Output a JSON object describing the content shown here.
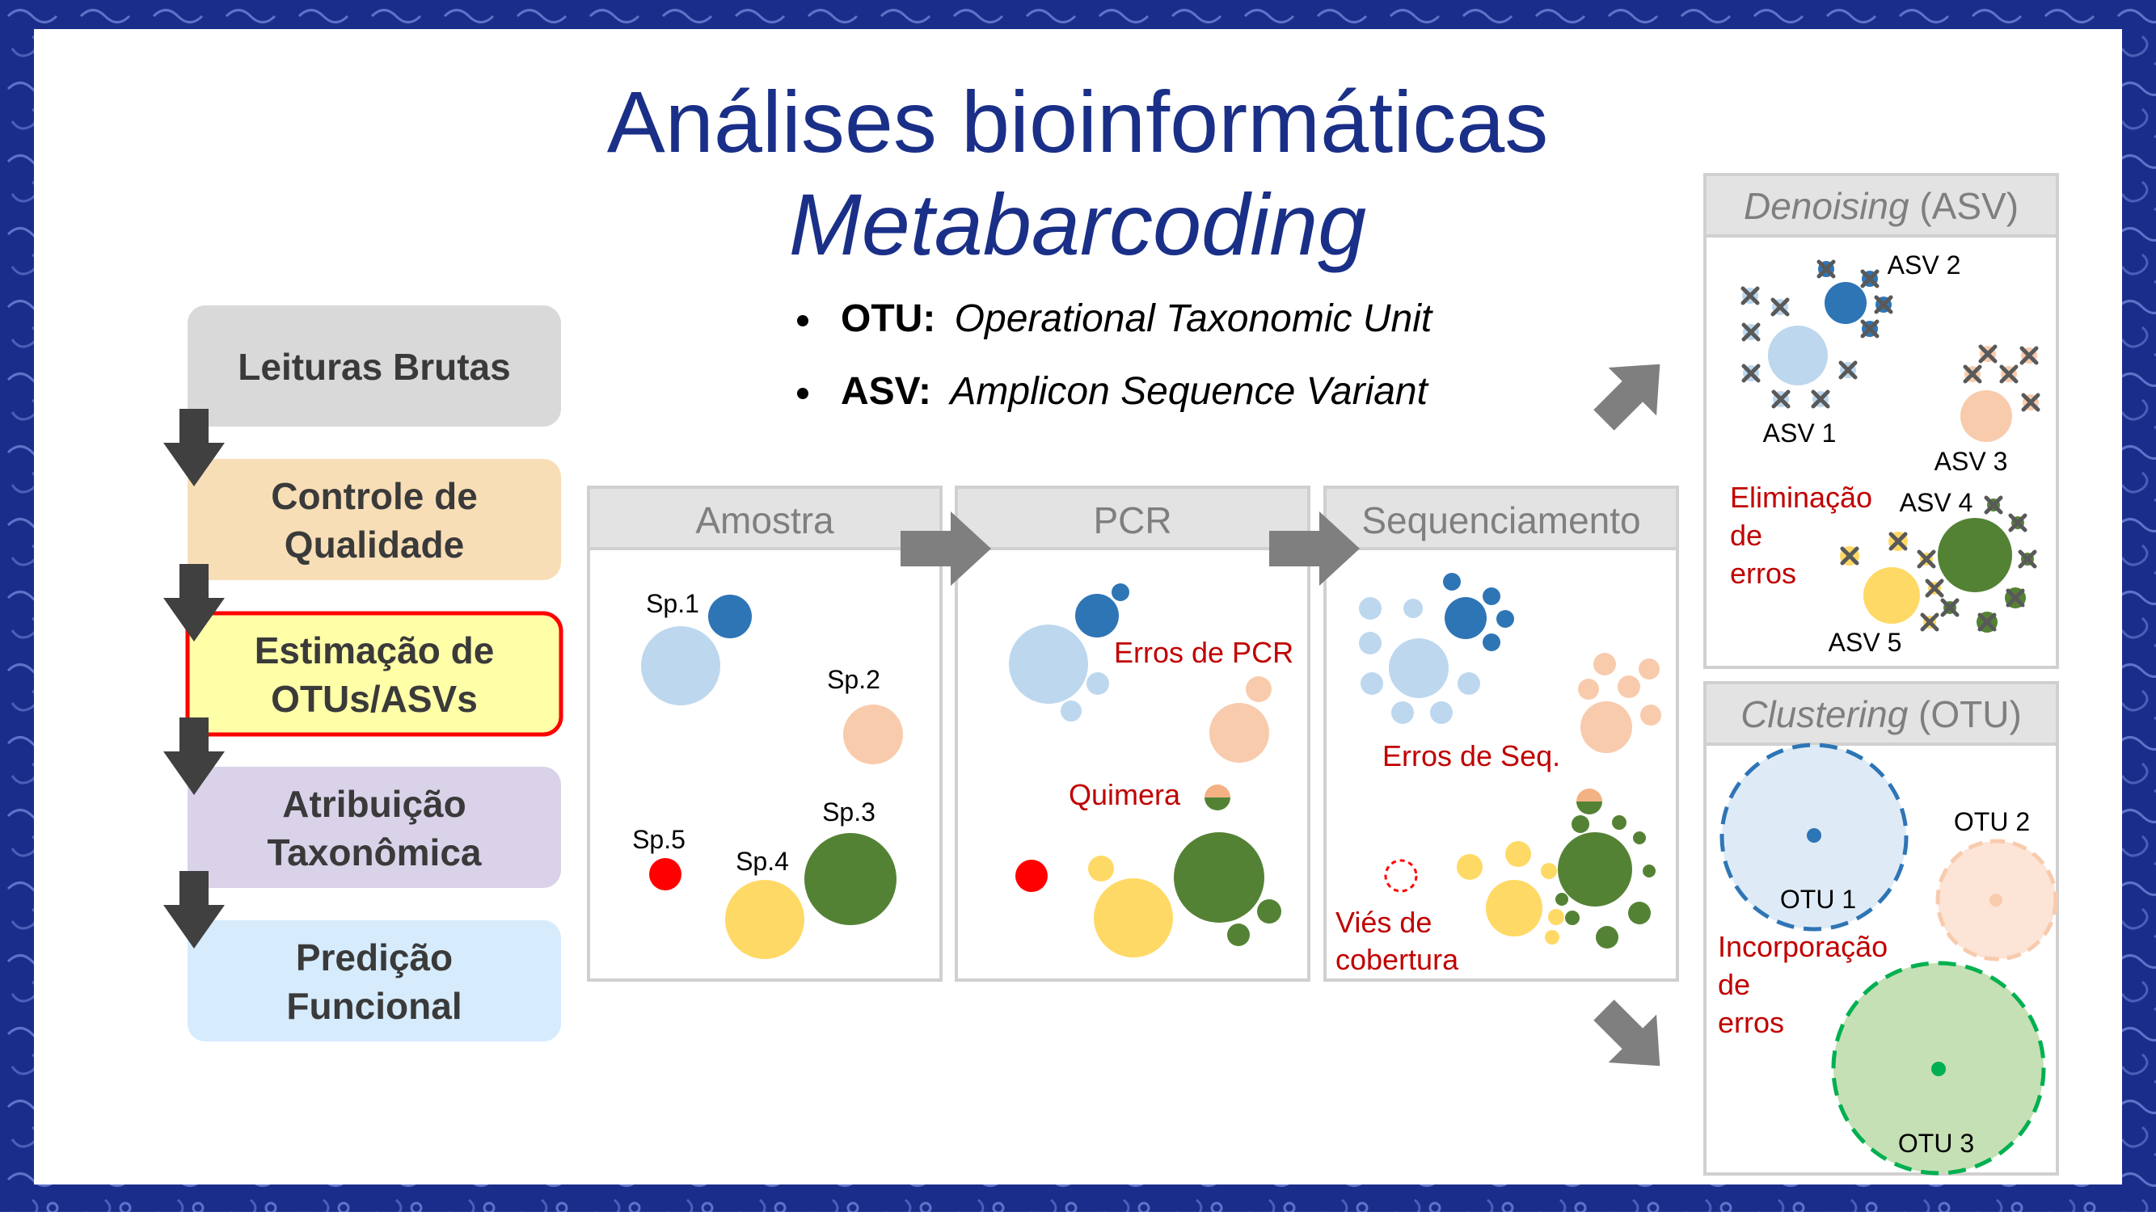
{
  "title": {
    "line1": "Análises bioinformáticas",
    "line2": "Metabarcoding"
  },
  "bullets": [
    {
      "term": "OTU:",
      "definition": "Operational Taxonomic Unit"
    },
    {
      "term": "ASV:",
      "definition": "Amplicon Sequence Variant"
    }
  ],
  "steps": [
    {
      "line1": "Leituras Brutas",
      "line2": ""
    },
    {
      "line1": "Controle de",
      "line2": "Qualidade"
    },
    {
      "line1": "Estimação de",
      "line2": "OTUs/ASVs"
    },
    {
      "line1": "Atribuição",
      "line2": "Taxonômica"
    },
    {
      "line1": "Predição",
      "line2": "Funcional"
    }
  ],
  "panels": {
    "amostra": {
      "title": "Amostra",
      "labels": {
        "sp1": "Sp.1",
        "sp2": "Sp.2",
        "sp3": "Sp.3",
        "sp4": "Sp.4",
        "sp5": "Sp.5"
      }
    },
    "pcr": {
      "title": "PCR",
      "erros": "Erros de PCR",
      "quimera": "Quimera"
    },
    "seq": {
      "title": "Sequenciamento",
      "erros": "Erros de Seq.",
      "vies1": "Viés de",
      "vies2": "cobertura"
    },
    "denoising": {
      "title_italic": "Denoising",
      "title_rest": " (ASV)",
      "asv1": "ASV 1",
      "asv2": "ASV 2",
      "asv3": "ASV 3",
      "asv4": "ASV 4",
      "asv5": "ASV 5",
      "elim1": "Eliminação",
      "elim2": "de",
      "elim3": "erros"
    },
    "clustering": {
      "title_italic": "Clustering",
      "title_rest": " (OTU)",
      "otu1": "OTU 1",
      "otu2": "OTU 2",
      "otu3": "OTU 3",
      "inc1": "Incorporação",
      "inc2": "de",
      "inc3": "erros"
    }
  },
  "colors": {
    "title": "#1a2f87",
    "error_text": "#c00000",
    "sp_light_blue": "#bdd7ee",
    "sp_blue": "#2e75b6",
    "sp_peach": "#f8cbad",
    "sp_green": "#548235",
    "sp_yellow": "#ffd966",
    "sp_red": "#ff0000",
    "step_gray": "#d9d9d9",
    "step_tan": "#f8deb6",
    "step_yellow": "#ffffa8",
    "step_purple": "#d9d2e9",
    "step_blue": "#d6ebfc",
    "border_blue": "#1b2d8a"
  }
}
